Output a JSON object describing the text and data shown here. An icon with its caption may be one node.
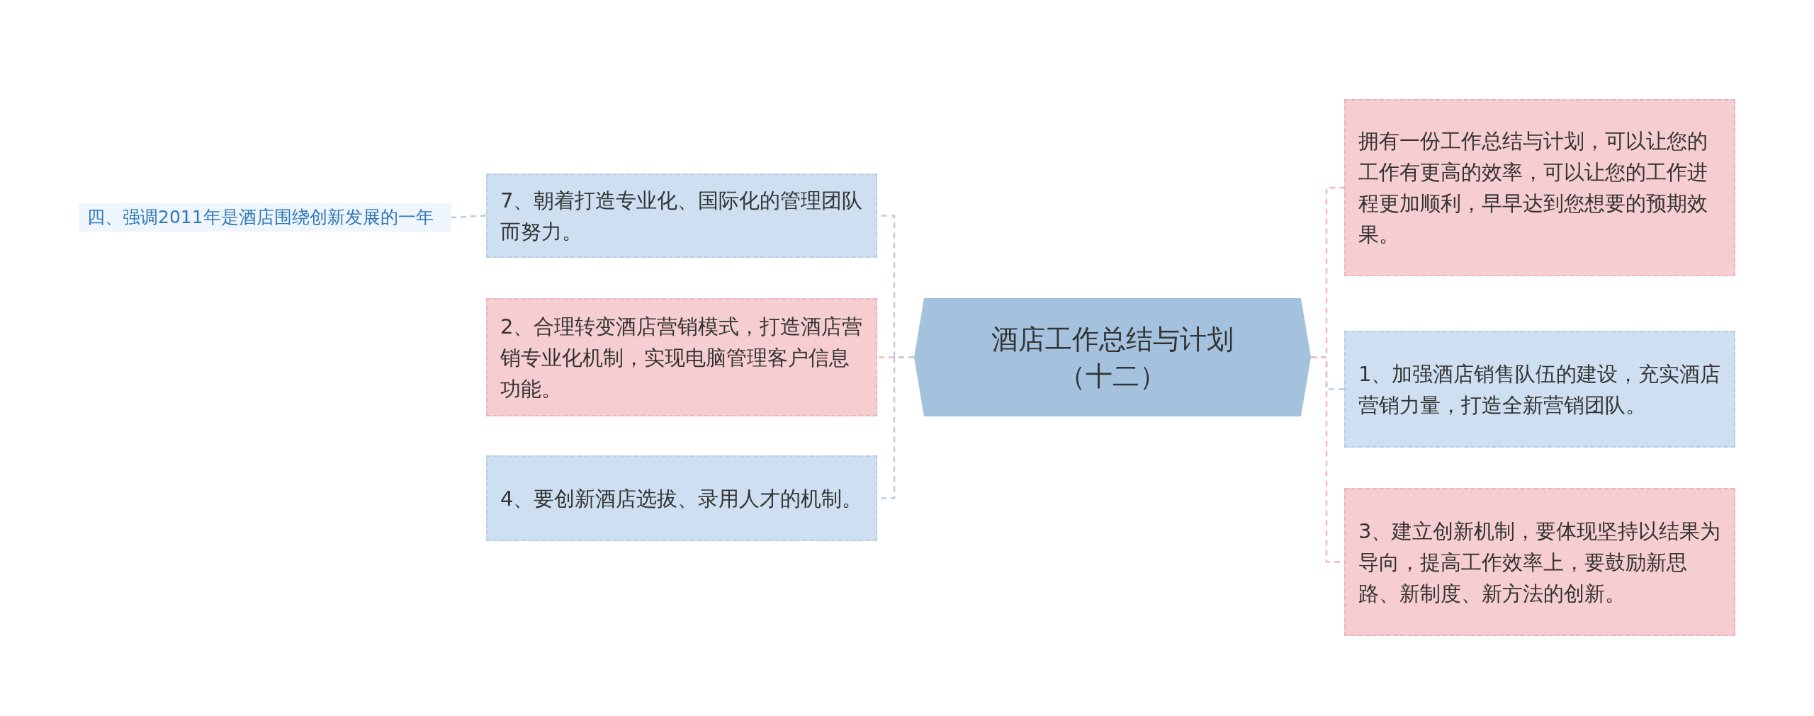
{
  "diagram": {
    "nodes": [
      {
        "text": [
          "酒店工作总结与计划（十二）"
        ]
      },
      {
        "text": [
          "7、朝着打造专业化、国际化的管理团队而努力。"
        ]
      },
      {
        "text": [
          "四、强调2011年是酒店围绕创新发展的一年"
        ]
      },
      {
        "text": [
          "2、合理转变酒店营销模式，打造酒店营销专业化机制，实现电脑管理客户信息功能。"
        ]
      },
      {
        "text": [
          "4、要创新酒店选拔、录用人才的机制。"
        ]
      },
      {
        "text": [
          "拥有一份工作总结与计划，可以让您的工作有更高的效率，可以让您的工作进程更加顺利，早早达到您想要的预期效果。"
        ]
      },
      {
        "text": [
          "1、加强酒店销售队伍的建设，充实酒店营销力量，打造全新营销团队。"
        ]
      },
      {
        "text": [
          "3、建立创新机制，要体现坚持以结果为导向，提高工作效率上，要鼓励新思路、新制度、新方法的创新。"
        ]
      }
    ],
    "edges": [
      {
        "from": 0,
        "to": 1,
        "arrow": "none",
        "style": "dashed"
      },
      {
        "from": 1,
        "to": 2,
        "arrow": "none",
        "style": "dashed"
      },
      {
        "from": 0,
        "to": 3,
        "arrow": "none",
        "style": "dashed",
        "color": "#f2b8bf"
      },
      {
        "from": 0,
        "to": 4,
        "arrow": "none",
        "style": "dashed"
      },
      {
        "from": 0,
        "to": 5,
        "arrow": "none",
        "style": "dashed",
        "color": "#f2b8bf"
      },
      {
        "from": 0,
        "to": 6,
        "arrow": "none",
        "style": "dashed"
      },
      {
        "from": 0,
        "to": 7,
        "arrow": "none",
        "style": "dashed",
        "color": "#f2b8bf"
      }
    ]
  }
}
